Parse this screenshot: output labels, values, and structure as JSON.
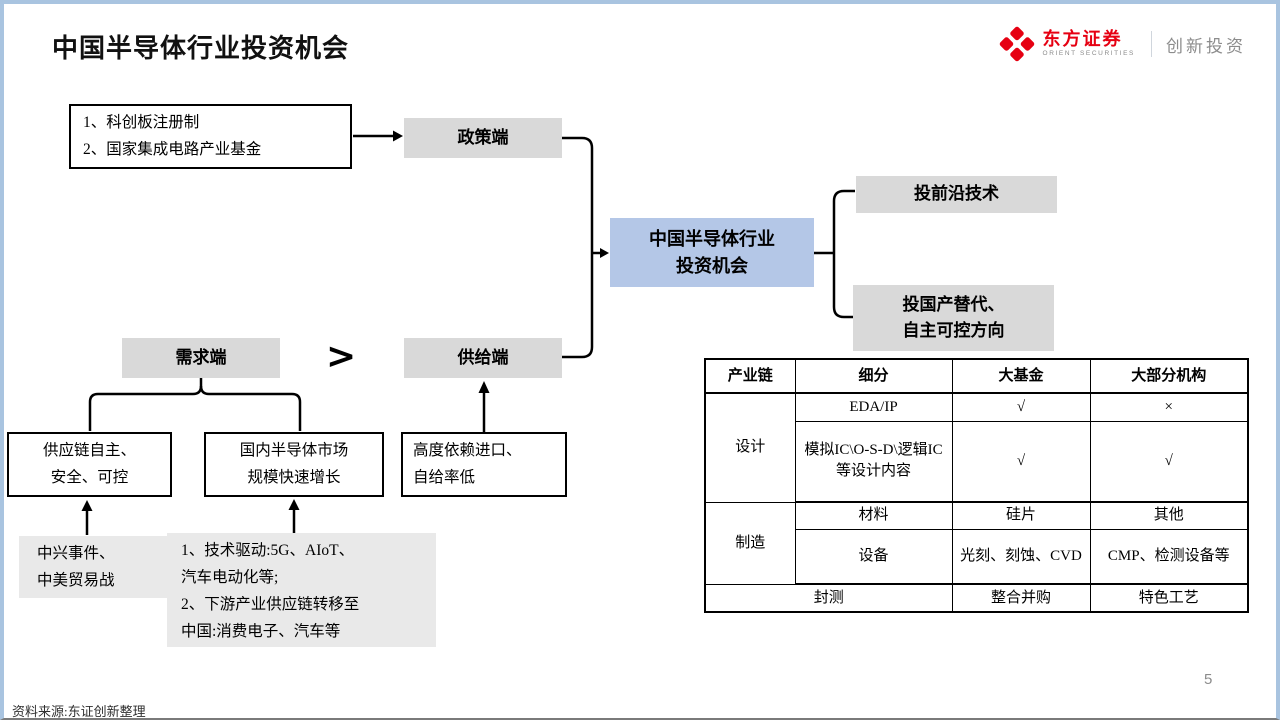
{
  "slide": {
    "title": "中国半导体行业投资机会",
    "page_number": "5",
    "source_note": "资料来源:东证创新整理",
    "colors": {
      "frame_blue": "#a9c4e0",
      "tag_box_gray": "#d9d9d9",
      "note_box_gray": "#e9e9e9",
      "center_box_blue": "#b4c7e7",
      "brand_red": "#e60012"
    }
  },
  "logo": {
    "icon": "orient-securities-diamond-icon",
    "name": "东方证券",
    "name_en": "ORIENT SECURITIES",
    "unit": "创新投资"
  },
  "flowchart": {
    "policy_input": {
      "line1": "1、科创板注册制",
      "line2": "2、国家集成电路产业基金"
    },
    "policy_tag": "政策端",
    "demand_tag": "需求端",
    "gt_symbol": ">",
    "supply_tag": "供给端",
    "center_box": {
      "line1": "中国半导体行业",
      "line2": "投资机会"
    },
    "invest_frontier": "投前沿技术",
    "invest_domestic": {
      "line1": "投国产替代、",
      "line2": "自主可控方向"
    },
    "demand_reason1": {
      "line1": "供应链自主、",
      "line2": "安全、可控"
    },
    "demand_reason2": {
      "line1": "国内半导体市场",
      "line2": "规模快速增长"
    },
    "supply_reason": {
      "line1": "高度依赖进口、",
      "line2": "自给率低"
    },
    "note_zte": {
      "line1": "中兴事件、",
      "line2": "中美贸易战"
    },
    "note_drivers": {
      "line1": "1、技术驱动:5G、AIoT、",
      "line2": "汽车电动化等;",
      "line3": "2、下游产业供应链转移至",
      "line4": "中国:消费电子、汽车等"
    }
  },
  "table": {
    "headers": [
      "产业链",
      "细分",
      "大基金",
      "大部分机构"
    ],
    "design": {
      "chain": "设计",
      "row1": {
        "seg": "EDA/IP",
        "fund": "√",
        "inst": "×"
      },
      "row2": {
        "seg": "模拟IC\\O-S-D\\逻辑IC等设计内容",
        "fund": "√",
        "inst": "√"
      }
    },
    "manufacture": {
      "chain": "制造",
      "row1": {
        "seg": "材料",
        "fund": "硅片",
        "inst": "其他"
      },
      "row2": {
        "seg": "设备",
        "fund": "光刻、刻蚀、CVD",
        "inst": "CMP、检测设备等"
      }
    },
    "package": {
      "chain_seg": "封测",
      "fund": "整合并购",
      "inst": "特色工艺"
    }
  }
}
